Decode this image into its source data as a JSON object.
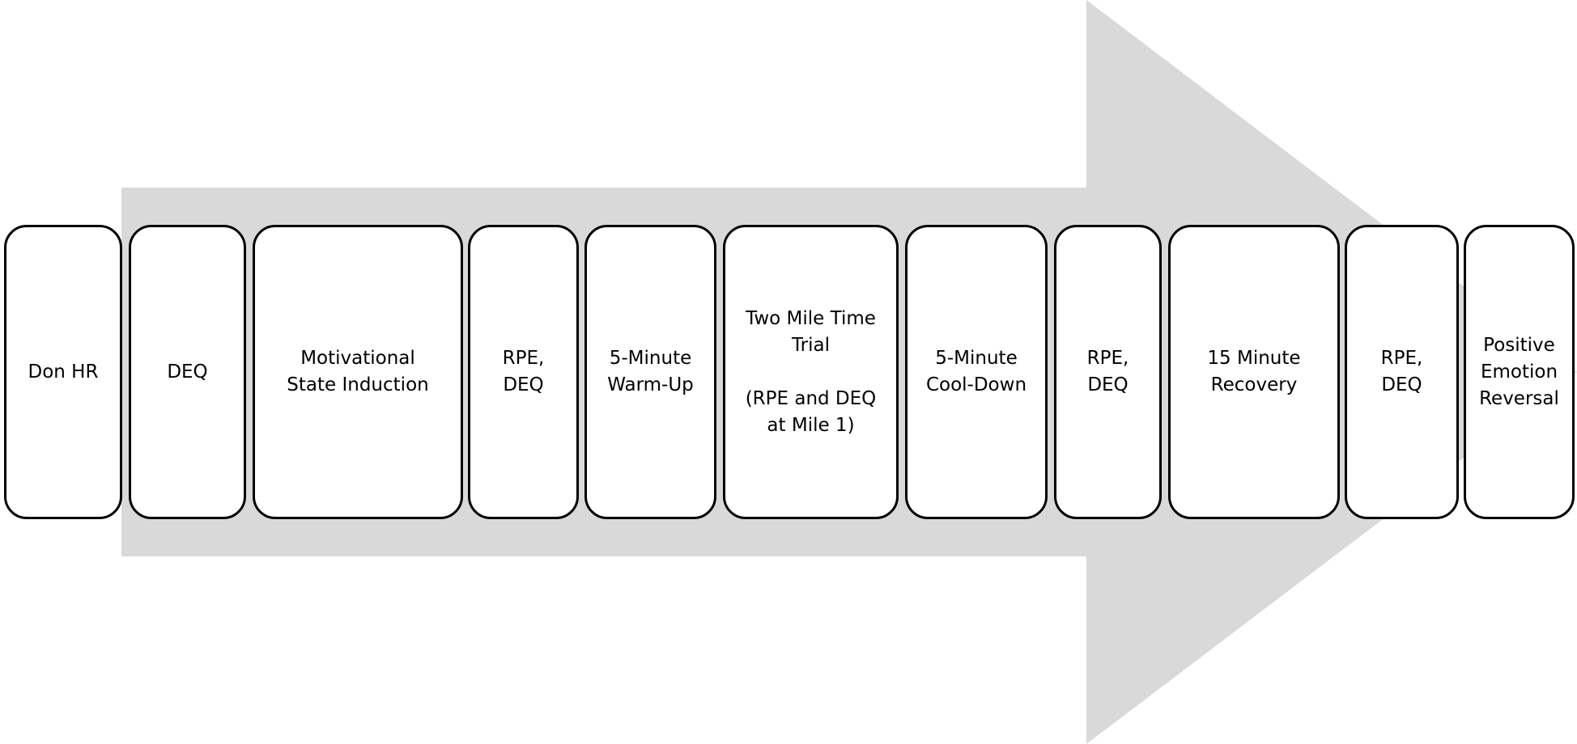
{
  "diagram": {
    "arrow_color": "#d9d9d9",
    "box_border_color": "#000000",
    "box_fill_color": "#ffffff",
    "steps": [
      {
        "label": "Don HR"
      },
      {
        "label": "DEQ"
      },
      {
        "label": "Motivational\nState Induction"
      },
      {
        "label": "RPE,\nDEQ"
      },
      {
        "label": "5-Minute\nWarm-Up"
      },
      {
        "label": "Two Mile Time\nTrial\n\n(RPE and DEQ\nat Mile 1)"
      },
      {
        "label": "5-Minute\nCool-Down"
      },
      {
        "label": "RPE,\nDEQ"
      },
      {
        "label": "15 Minute\nRecovery"
      },
      {
        "label": "RPE,\nDEQ"
      },
      {
        "label": "Positive\nEmotion\nReversal"
      }
    ]
  }
}
